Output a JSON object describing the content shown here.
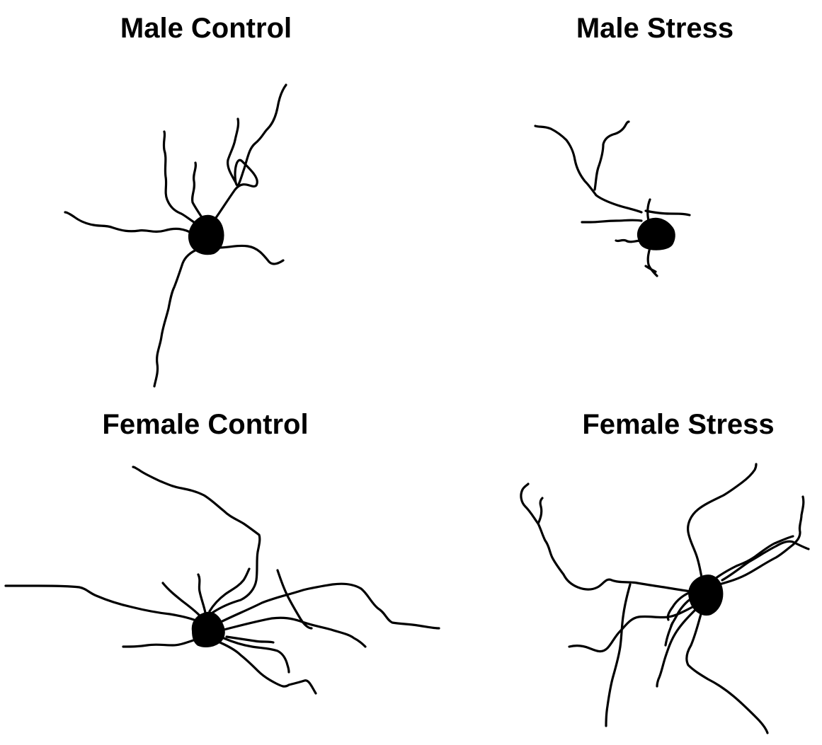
{
  "panels": {
    "male_control": {
      "title": "Male Control"
    },
    "male_stress": {
      "title": "Male Stress"
    },
    "female_control": {
      "title": "Female Control"
    },
    "female_stress": {
      "title": "Female Stress"
    }
  },
  "colors": {
    "ink": "#000000",
    "background": "#ffffff"
  }
}
